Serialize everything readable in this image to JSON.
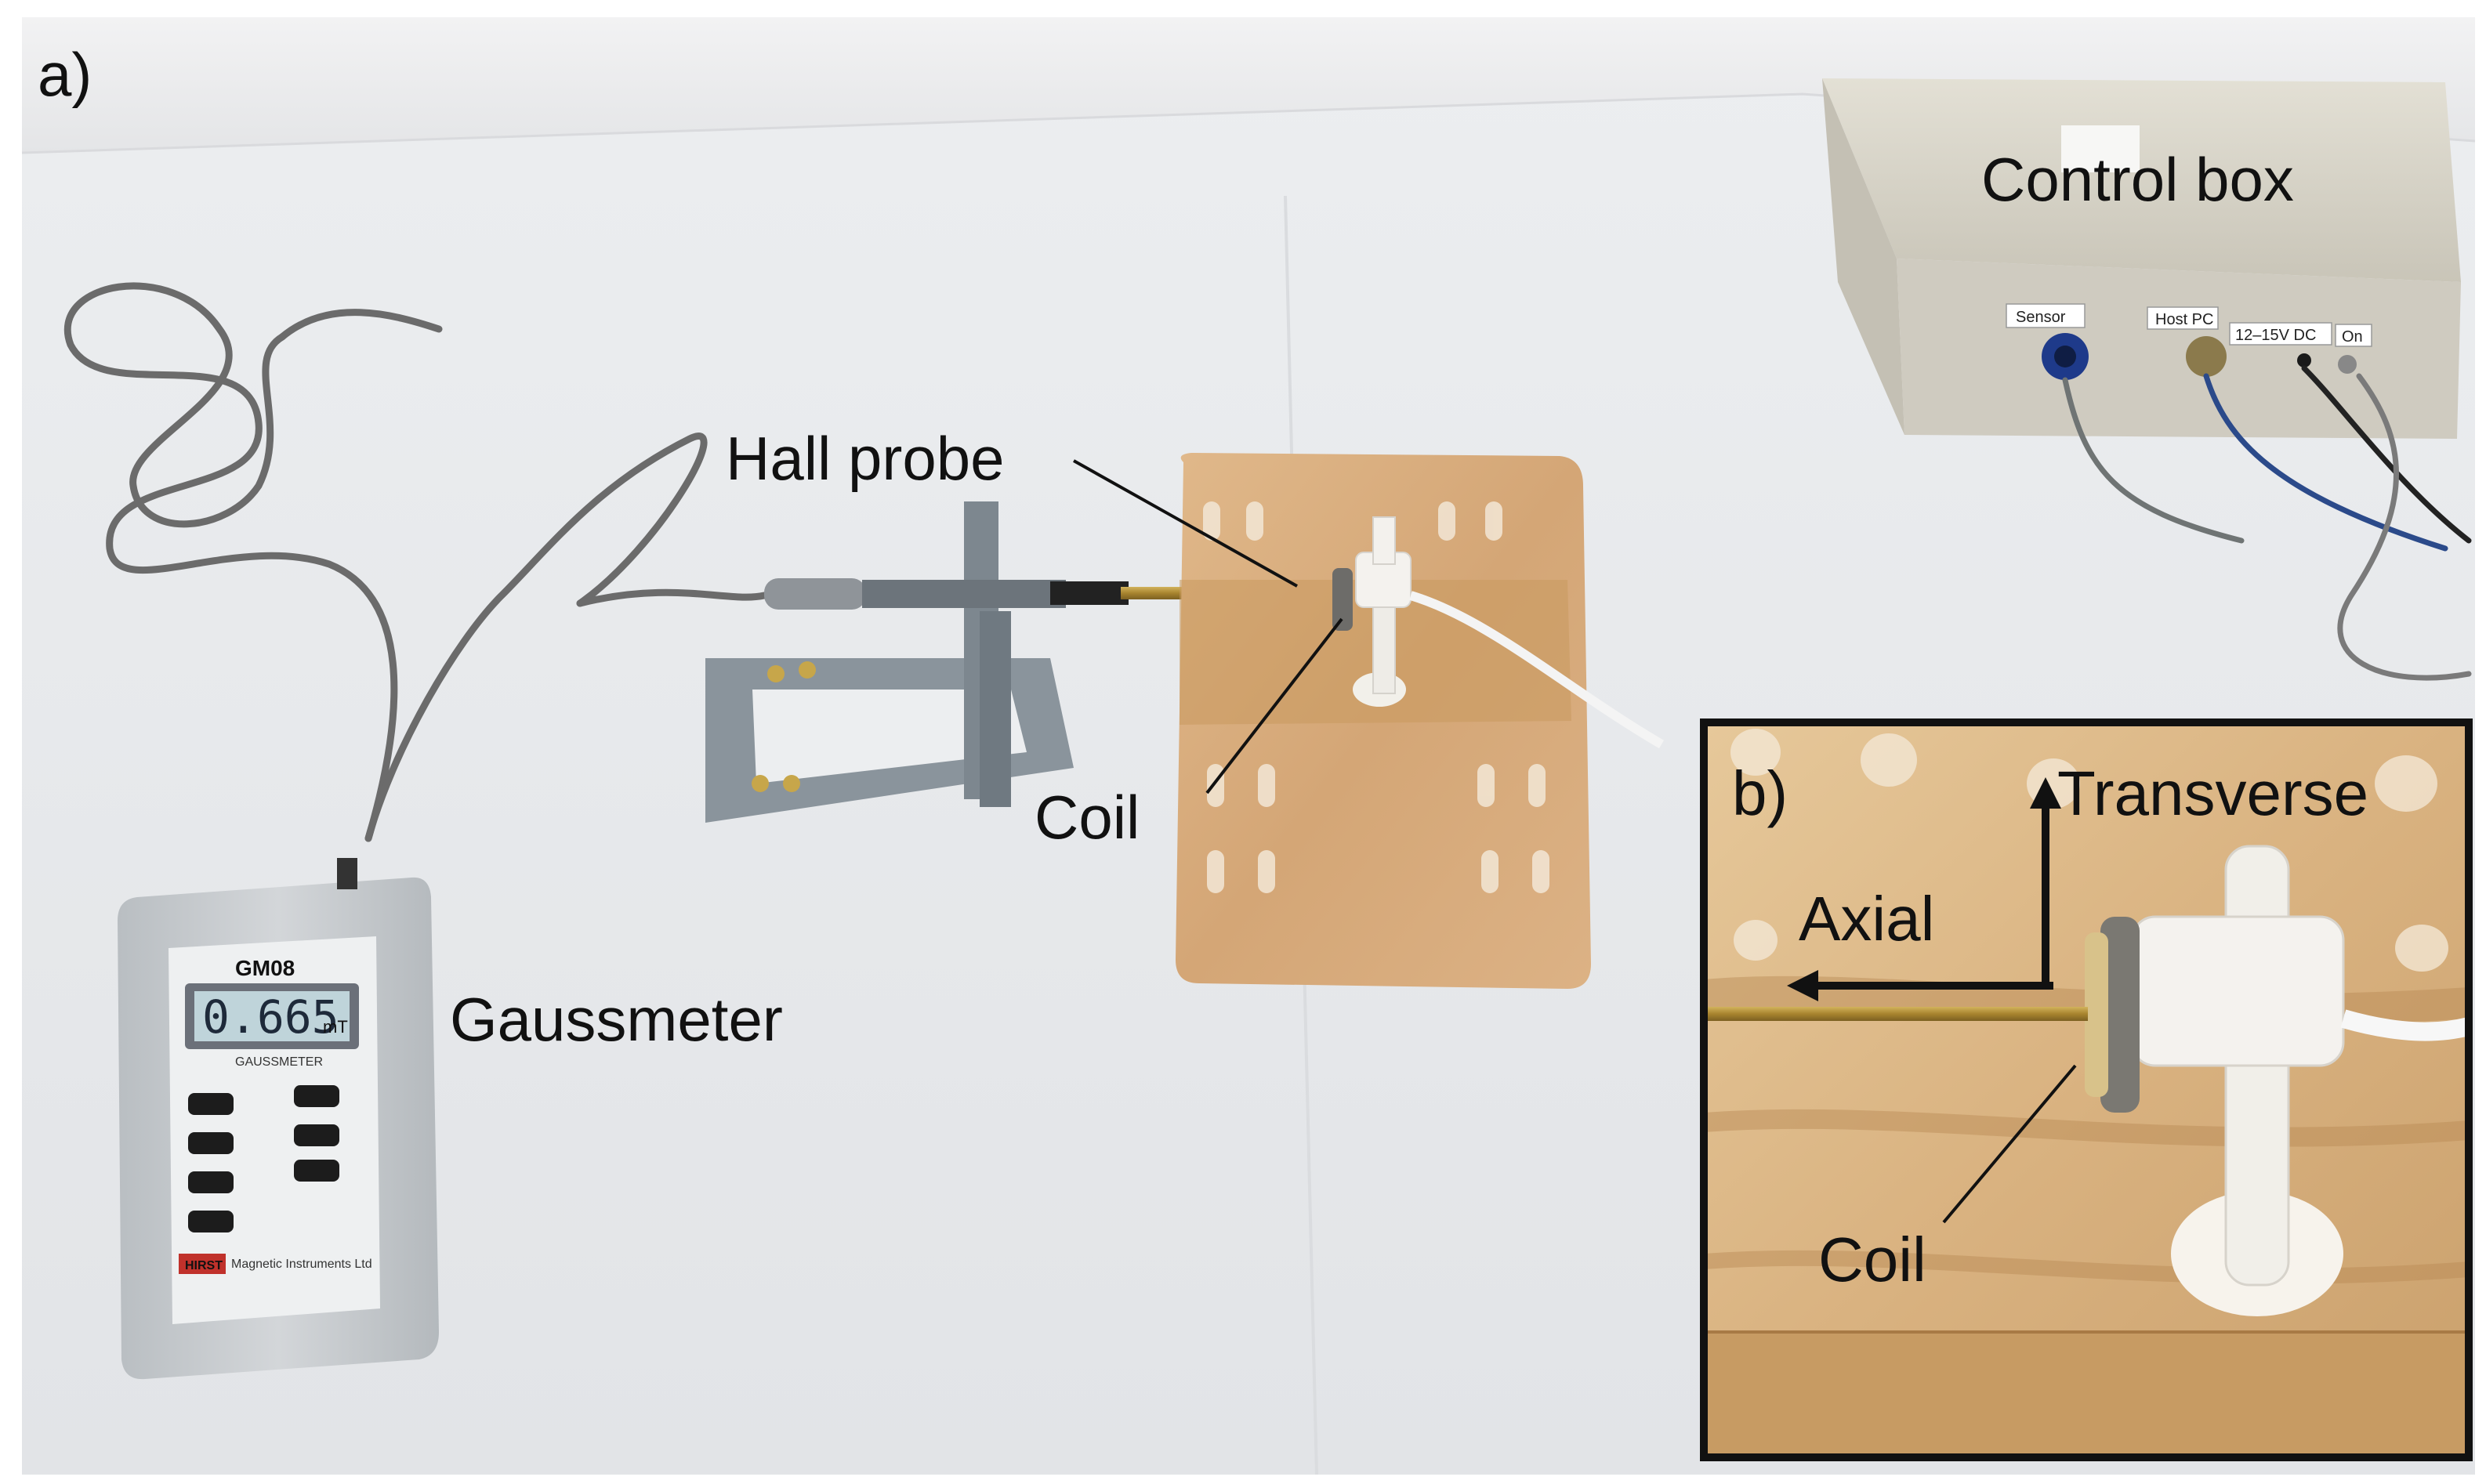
{
  "panels": {
    "a": "a)",
    "b": "b)"
  },
  "labels": {
    "hall_probe": "Hall probe",
    "coil_main": "Coil",
    "control_box": "Control box",
    "gaussmeter": "Gaussmeter",
    "coil_inset": "Coil",
    "axial": "Axial",
    "transverse": "Transverse"
  },
  "device_text": {
    "gaussmeter_brand": "GM08",
    "gaussmeter_reading": "0.665",
    "gaussmeter_unit": "mT",
    "gaussmeter_model": "GAUSSMETER",
    "maker": "HIRST",
    "maker_tagline": "Magnetic Instruments Ltd",
    "ports": {
      "sensor": "Sensor",
      "host_pc": "Host PC",
      "power": "12–15V DC",
      "on": "On"
    }
  },
  "colors": {
    "background": "#ffffff",
    "table": "#ecedef",
    "wood": "#d9ae7e",
    "probe_brass": "#b08d3a",
    "gaussmeter_body": "#c7cbce",
    "control_box": "#d6d3c8",
    "inset_border": "#111111"
  },
  "icons": {
    "arrow": "arrow-icon"
  }
}
